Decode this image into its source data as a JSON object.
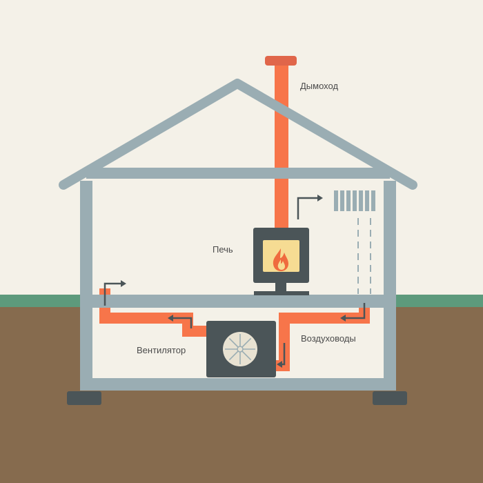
{
  "labels": {
    "chimney": "Дымоход",
    "stove": "Печь",
    "fan": "Вентилятор",
    "ducts": "Воздуховоды"
  },
  "colors": {
    "background": "#f4f1e8",
    "ground": "#866b4e",
    "grass": "#5d9a7c",
    "house_frame": "#9aadb3",
    "duct": "#f7754a",
    "chimney_cap": "#e0664a",
    "dark_unit": "#4b5558",
    "fire_window": "#f6dc93",
    "flame": "#ef6b3e",
    "fan_disc": "#e8e2d2",
    "arrow": "#4b5558"
  },
  "icons": [
    "fire-icon",
    "fan-icon",
    "radiator-icon",
    "flow-arrow-icon"
  ]
}
